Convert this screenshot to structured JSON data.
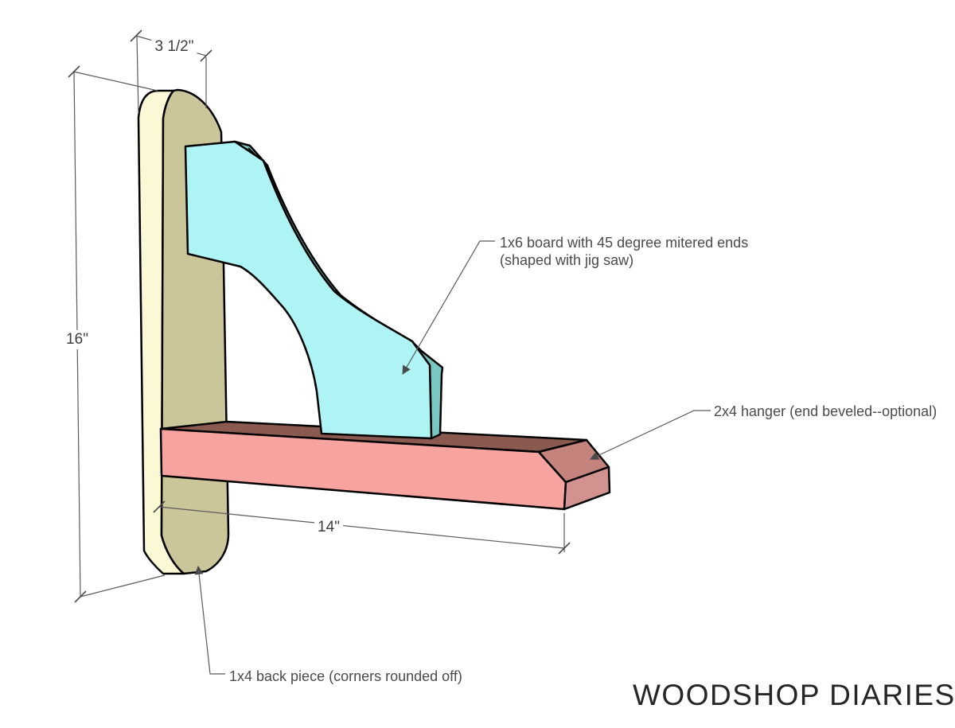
{
  "colors": {
    "cream": "#FBF8D6",
    "tan": "#CBC59A",
    "cyan": "#AFF4F4",
    "teal": "#79C7C2",
    "pink": "#F7A3A0",
    "brown": "#8A5A51",
    "bevel": "#C5837D",
    "endface": "#D29390",
    "line": "#5A5A5A",
    "text": "#4B4B4B"
  },
  "dimensions": {
    "top_width": "3 1/2\"",
    "left_height": "16\"",
    "bottom_length": "14\""
  },
  "labels": {
    "bracket_line1": "1x6 board with 45 degree mitered ends",
    "bracket_line2": "(shaped with jig saw)",
    "hanger": "2x4 hanger (end beveled--optional)",
    "back_piece": "1x4 back piece (corners rounded off)"
  },
  "branding": {
    "logo": "WOODSHOP DIARIES"
  }
}
